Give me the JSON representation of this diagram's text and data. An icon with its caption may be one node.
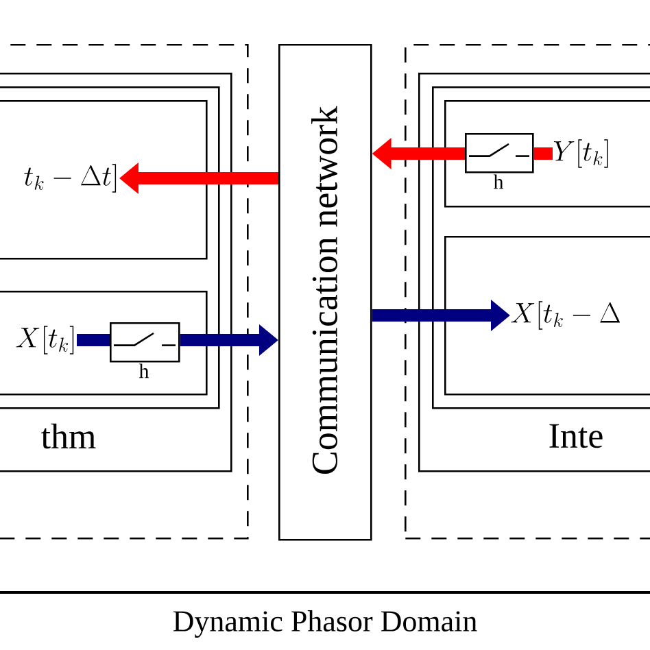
{
  "diagram": {
    "nodes": [
      {
        "text": [],
        "shape": "box"
      },
      {
        "text": [
          "thm"
        ],
        "in": 0
      },
      {
        "text": [],
        "shape": "box",
        "in": 1
      },
      {
        "text": [
          "t_k - \\Delta t]"
        ],
        "in": 2
      },
      {
        "text": [],
        "shape": "box",
        "in": 2
      },
      {
        "text": [
          "X[t_k]"
        ],
        "in": 4
      },
      {
        "text": [],
        "shape": "box",
        "beside": [
          "h"
        ],
        "in": 4
      },
      {
        "text": [
          "Communication network"
        ]
      },
      {
        "text": [],
        "shape": "box"
      },
      {
        "text": [
          "Inte"
        ],
        "in": 8
      },
      {
        "text": [],
        "shape": "box",
        "in": 9
      },
      {
        "text": [],
        "shape": "box",
        "in": 10
      },
      {
        "text": [],
        "shape": "box",
        "beside": [
          "h"
        ],
        "in": 11
      },
      {
        "text": [
          "Y[t_k]"
        ],
        "in": 11
      },
      {
        "text": [
          "X[t_k - \\Delta"
        ],
        "in": 10
      }
    ],
    "edges": [
      {
        "from": 7,
        "to": 3,
        "arrow": "to",
        "color": "#ff0000"
      },
      {
        "from": 13,
        "to": 12,
        "arrow": "none",
        "color": "#ff0000"
      },
      {
        "from": 12,
        "to": 7,
        "arrow": "to",
        "color": "#ff0000"
      },
      {
        "from": 5,
        "to": 6,
        "arrow": "none",
        "color": "#000080"
      },
      {
        "from": 6,
        "to": 7,
        "arrow": "to",
        "color": "#000080"
      },
      {
        "from": 7,
        "to": 14,
        "arrow": "to",
        "color": "#000080"
      }
    ],
    "labels": [
      "Dynamic Phasor Domain"
    ]
  }
}
